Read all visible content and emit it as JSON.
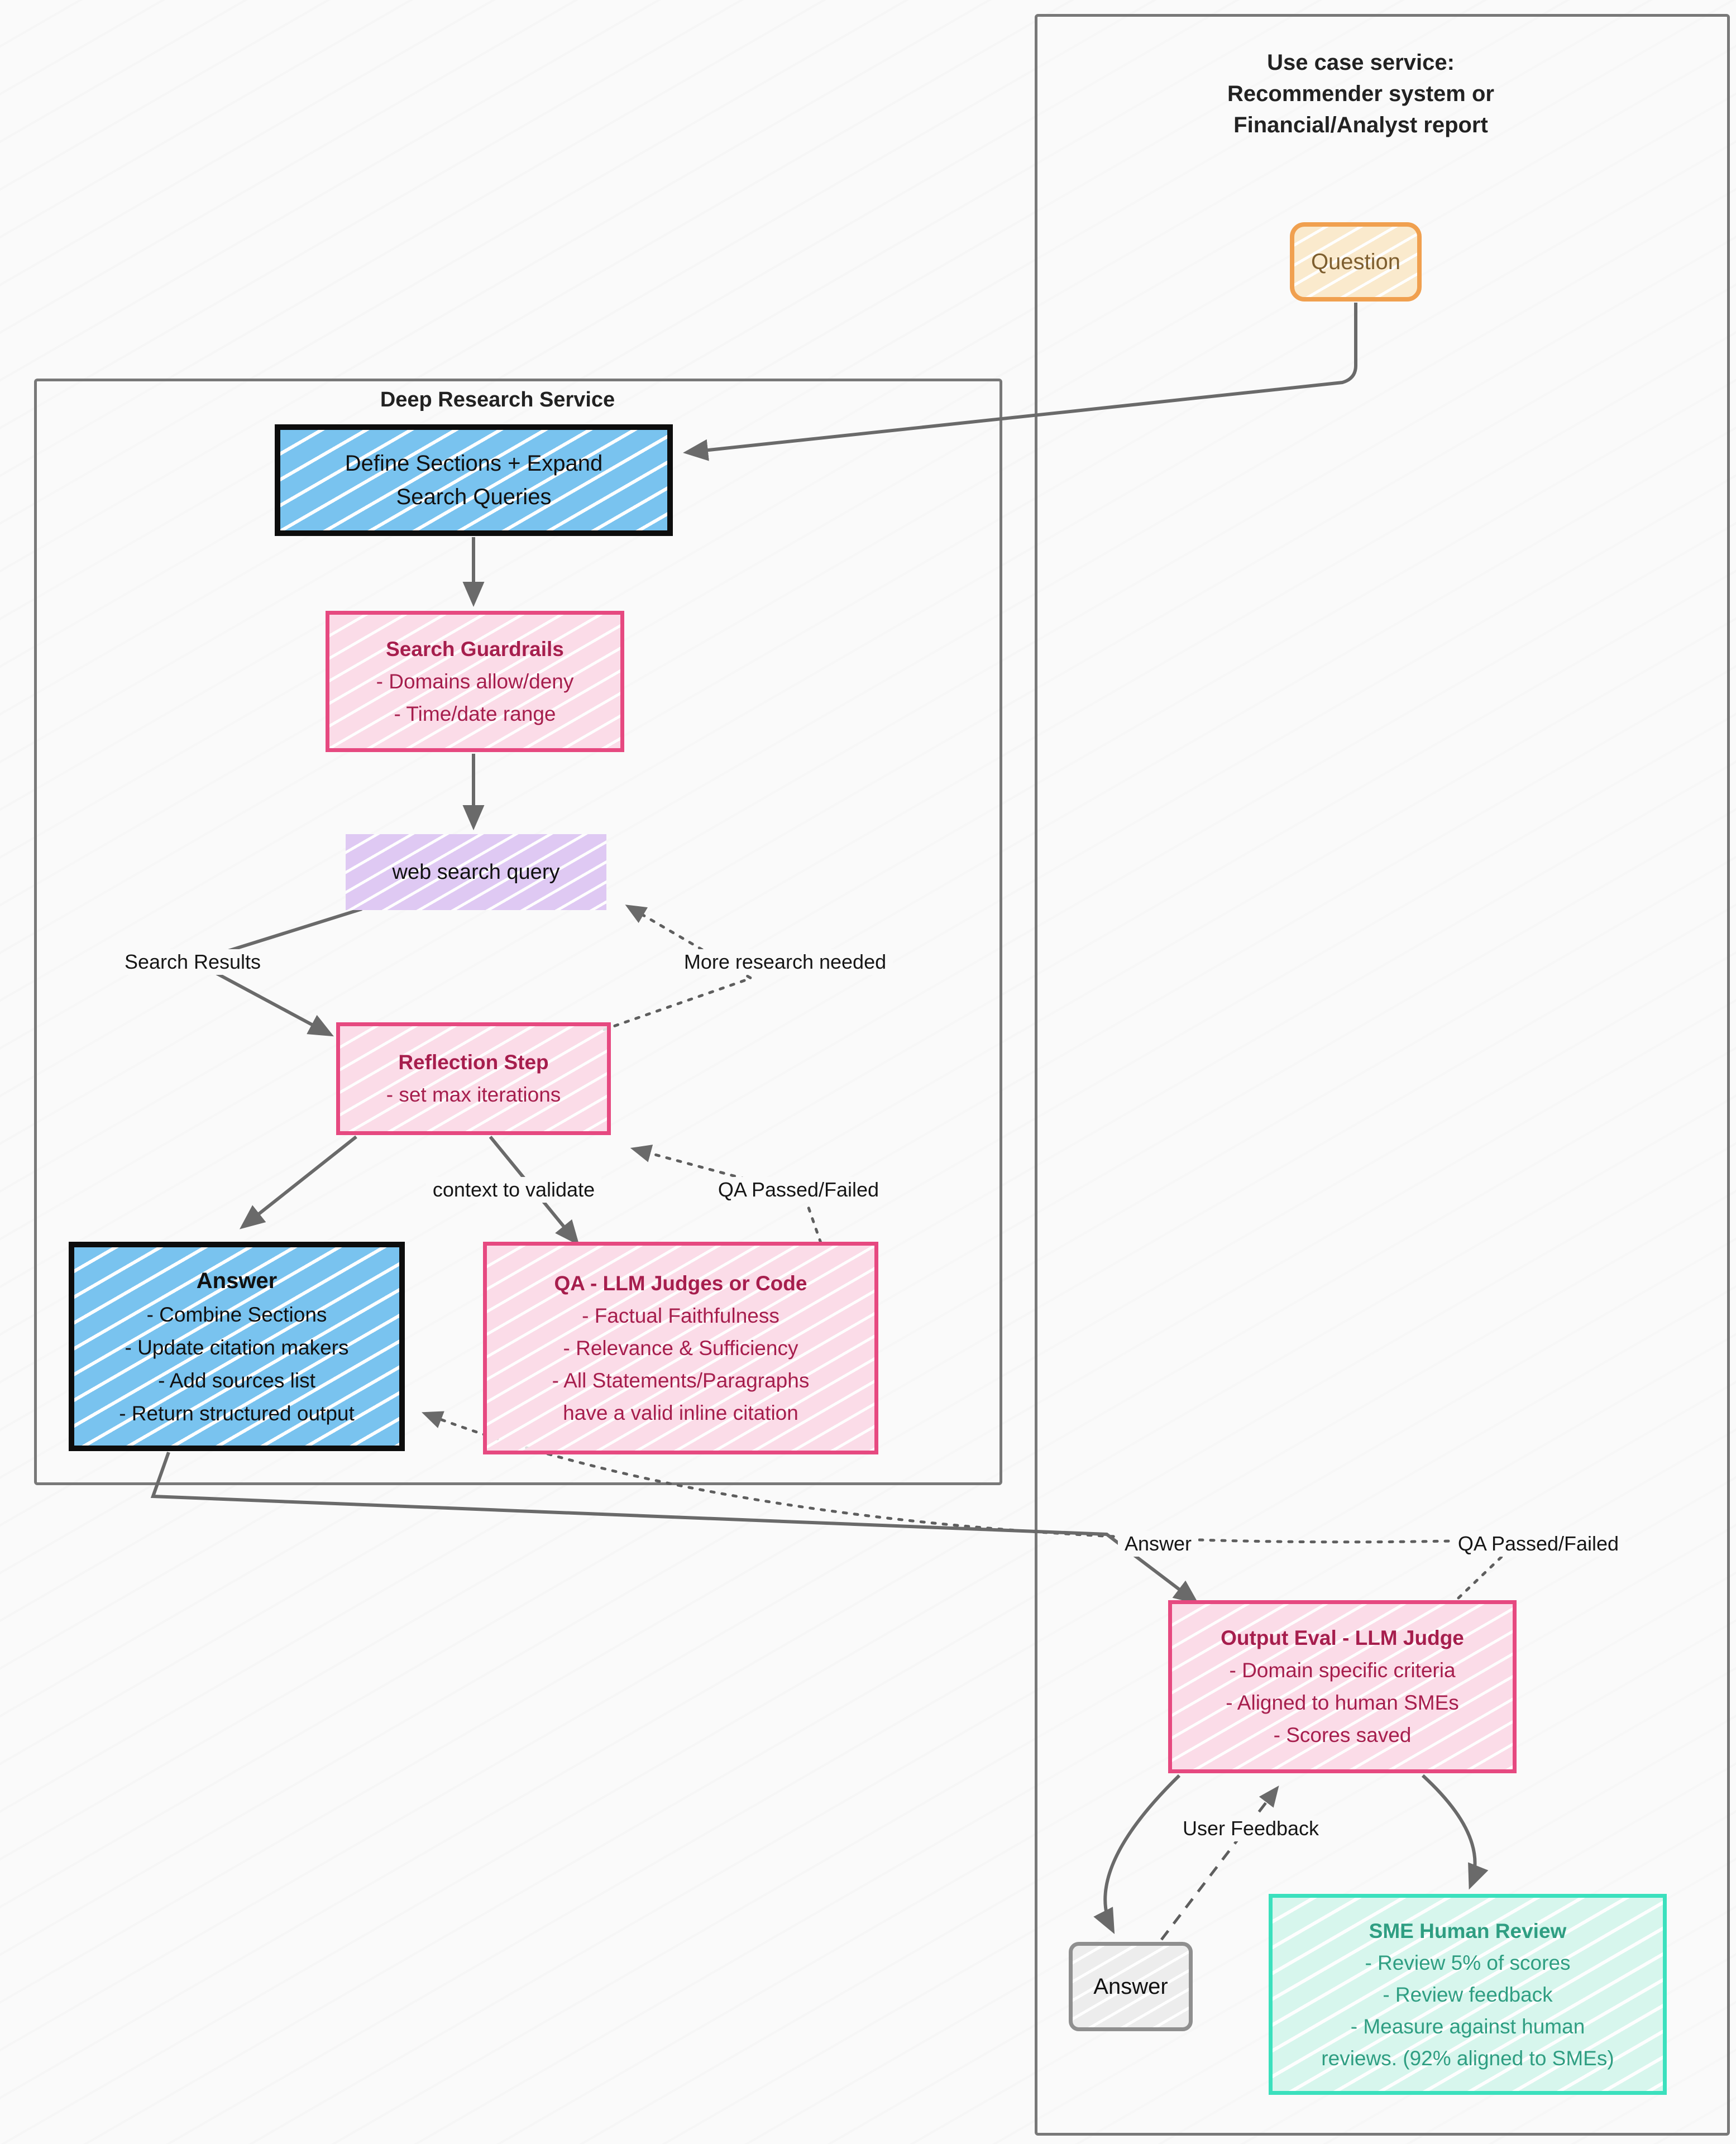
{
  "colors": {
    "arrow_gray": "#6a6a6a",
    "blue_fill": "#79c3ef",
    "pink_stroke": "#e64980",
    "pink_text": "#a61e4d",
    "teal_stroke": "#3be0bd",
    "teal_text": "#2f9e82",
    "orange_stroke": "#f0a04f",
    "question_text": "#7d5e2f"
  },
  "use_case_panel": {
    "title_lines": [
      "Use case service:",
      "Recommender system or",
      "Financial/Analyst report"
    ],
    "question_box": {
      "label": "Question"
    },
    "output_eval_box": {
      "title": "Output Eval - LLM Judge",
      "items": [
        "- Domain specific criteria",
        "- Aligned to human SMEs",
        "- Scores saved"
      ]
    },
    "answer_box": {
      "label": "Answer"
    },
    "sme_box": {
      "title": "SME Human Review",
      "items": [
        "- Review 5% of scores",
        "- Review feedback",
        "- Measure against human",
        "reviews. (92% aligned to SMEs)"
      ]
    },
    "labels": {
      "answer": "Answer",
      "qa_passed_failed": "QA Passed/Failed",
      "user_feedback": "User Feedback"
    }
  },
  "deep_research_panel": {
    "title": "Deep Research Service",
    "define_box": {
      "lines": [
        "Define Sections + Expand",
        "Search Queries"
      ]
    },
    "guardrails_box": {
      "title": "Search Guardrails",
      "items": [
        "- Domains allow/deny",
        "- Time/date range"
      ]
    },
    "web_search_box": {
      "label": "web search query"
    },
    "reflection_box": {
      "title": "Reflection Step",
      "items": [
        "- set max iterations"
      ]
    },
    "answer_box": {
      "title": "Answer",
      "items": [
        "- Combine Sections",
        "- Update citation makers",
        "- Add sources list",
        "- Return structured output"
      ]
    },
    "qa_box": {
      "title": "QA - LLM Judges or Code",
      "items": [
        "- Factual Faithfulness",
        "- Relevance & Sufficiency",
        "- All Statements/Paragraphs",
        "have a valid inline citation"
      ]
    },
    "labels": {
      "search_results": "Search Results",
      "more_research": "More research needed",
      "context_to_validate": "context to validate",
      "qa_passed_failed": "QA Passed/Failed"
    }
  }
}
